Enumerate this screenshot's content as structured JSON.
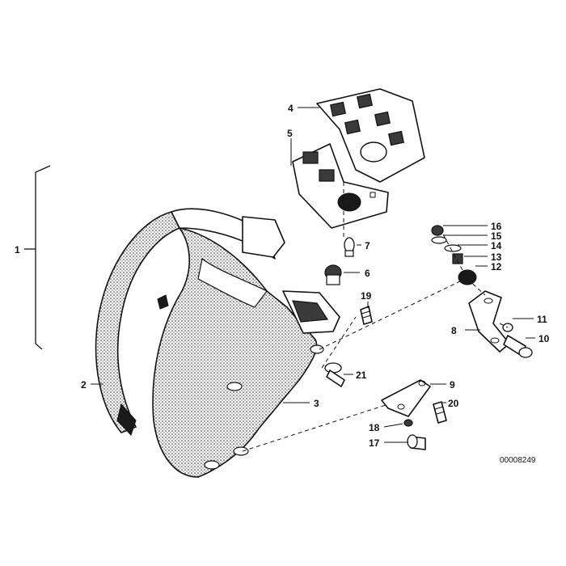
{
  "labels": {
    "p1": "1",
    "p2": "2",
    "p3": "3",
    "p4": "4",
    "p5": "5",
    "p6": "6",
    "p7": "7",
    "p8": "8",
    "p9": "9",
    "p10": "10",
    "p11": "11",
    "p12": "12",
    "p13": "13",
    "p14": "14",
    "p15": "15",
    "p16": "16",
    "p17": "17",
    "p18": "18",
    "p19": "19",
    "p20": "20",
    "p21": "21"
  },
  "diagram_code": "00008249"
}
